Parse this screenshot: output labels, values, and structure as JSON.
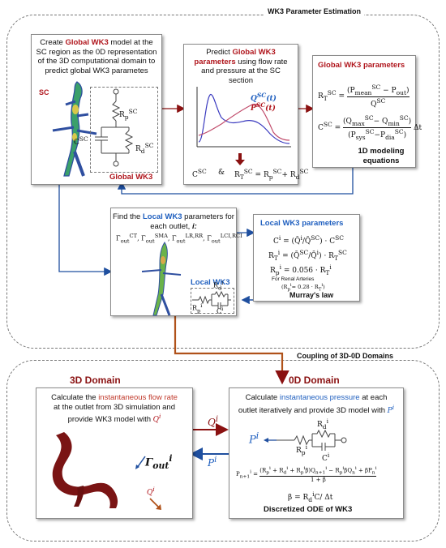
{
  "sections": {
    "wk3_estimation": "WK3 Parameter Estimation",
    "coupling": "Coupling of 3D-0D Domains"
  },
  "box1": {
    "line1_a": "Create ",
    "line1_b": "Global WK3",
    "line1_c": " model at the",
    "line2": "SC region as the 0D representation",
    "line3": "of the 3D computational domain to",
    "line4": "predict global WK3 parametes",
    "sc_label": "SC",
    "global_wk3_label": "Global WK3",
    "rp": "R_p^SC",
    "c": "C^SC",
    "rd": "R_d^SC"
  },
  "box2": {
    "line1_a": "Predict ",
    "line1_b": "Global WK3",
    "line2_a": "parameters",
    "line2_b": " using flow rate",
    "line3": "and pressure at the SC",
    "line4": "section",
    "q_legend": "Q^SC(t)",
    "p_legend": "P^SC(t)",
    "eq_c": "C^SC",
    "amp": "&",
    "eq_rt": "R_T^SC = R_p^SC + R_d^SC"
  },
  "box3": {
    "title": "Global WK3 parameters",
    "eq_r": "R_T^SC = (P_mean^SC − P_out) / Q^SC",
    "eq_c": "C^SC = (Q_max^SC − Q_min^SC) / (P_sys^SC − P_dia^SC) Δt",
    "footer1": "1D modeling",
    "footer2": "equations"
  },
  "box4": {
    "line1": "Find the ",
    "line1_b": "Local WK3",
    "line1_c": " parameters for",
    "line2": "each outlet, ",
    "line2_i": "i:",
    "outlets": "Γ_out^CT, Γ_out^SMA, Γ_out^LR,RR, Γ_out^LCI,RCI",
    "local_wk3": "Local WK3",
    "rd": "R_d^i",
    "rp": "R_p^i",
    "c": "C^i"
  },
  "box5": {
    "title": "Local WK3 parameters",
    "eq1": "C^i = (Q̄^i / Q̄^SC) · C^SC",
    "eq2": "R_T^i = (Q̄^SC / Q̄^i) · R_T^SC",
    "eq3": "R_p^i = 0.056 · R_T^i",
    "renal": "For Renal Arteries",
    "renal_eq": "(R_p^i = 0.28 · R_T^i)",
    "footer": "Murray's law"
  },
  "domain3d": {
    "title": "3D Domain",
    "line1": "Calculate the ",
    "line1_b": "instantaneous flow rate",
    "line2": "at the outlet from 3D simulation and",
    "line3": "provide WK3 model with ",
    "qi": "Q^i",
    "gamma": "Γ_out^i",
    "qi2": "Q^i"
  },
  "domain0d": {
    "title": "0D Domain",
    "line1": "Calculate ",
    "line1_b": "instantaneous pressure",
    "line1_c": " at each",
    "line2": "outlet iteratively and provide 3D model with ",
    "pi": "P^i",
    "rd": "R_d^i",
    "rp": "R_p^i",
    "c": "C^i",
    "pi_out": "P^i",
    "ode_lhs": "P_n+1^i =",
    "ode_num": "(R_p^i + R_d^i + R_p^i β)Q_n+1^i − R_p^i βQ_n^i + βP_n^i",
    "ode_den": "1 + β",
    "beta_eq": "β = R_d^i C / Δt",
    "footer": "Discretized ODE of WK3"
  },
  "arrows": {
    "q_label": "Q^i",
    "p_label": "P^i"
  },
  "colors": {
    "red": "#b0161d",
    "blue": "#1f5fbf",
    "dark_red": "#7a1010",
    "brown_arrow": "#b0521a"
  }
}
